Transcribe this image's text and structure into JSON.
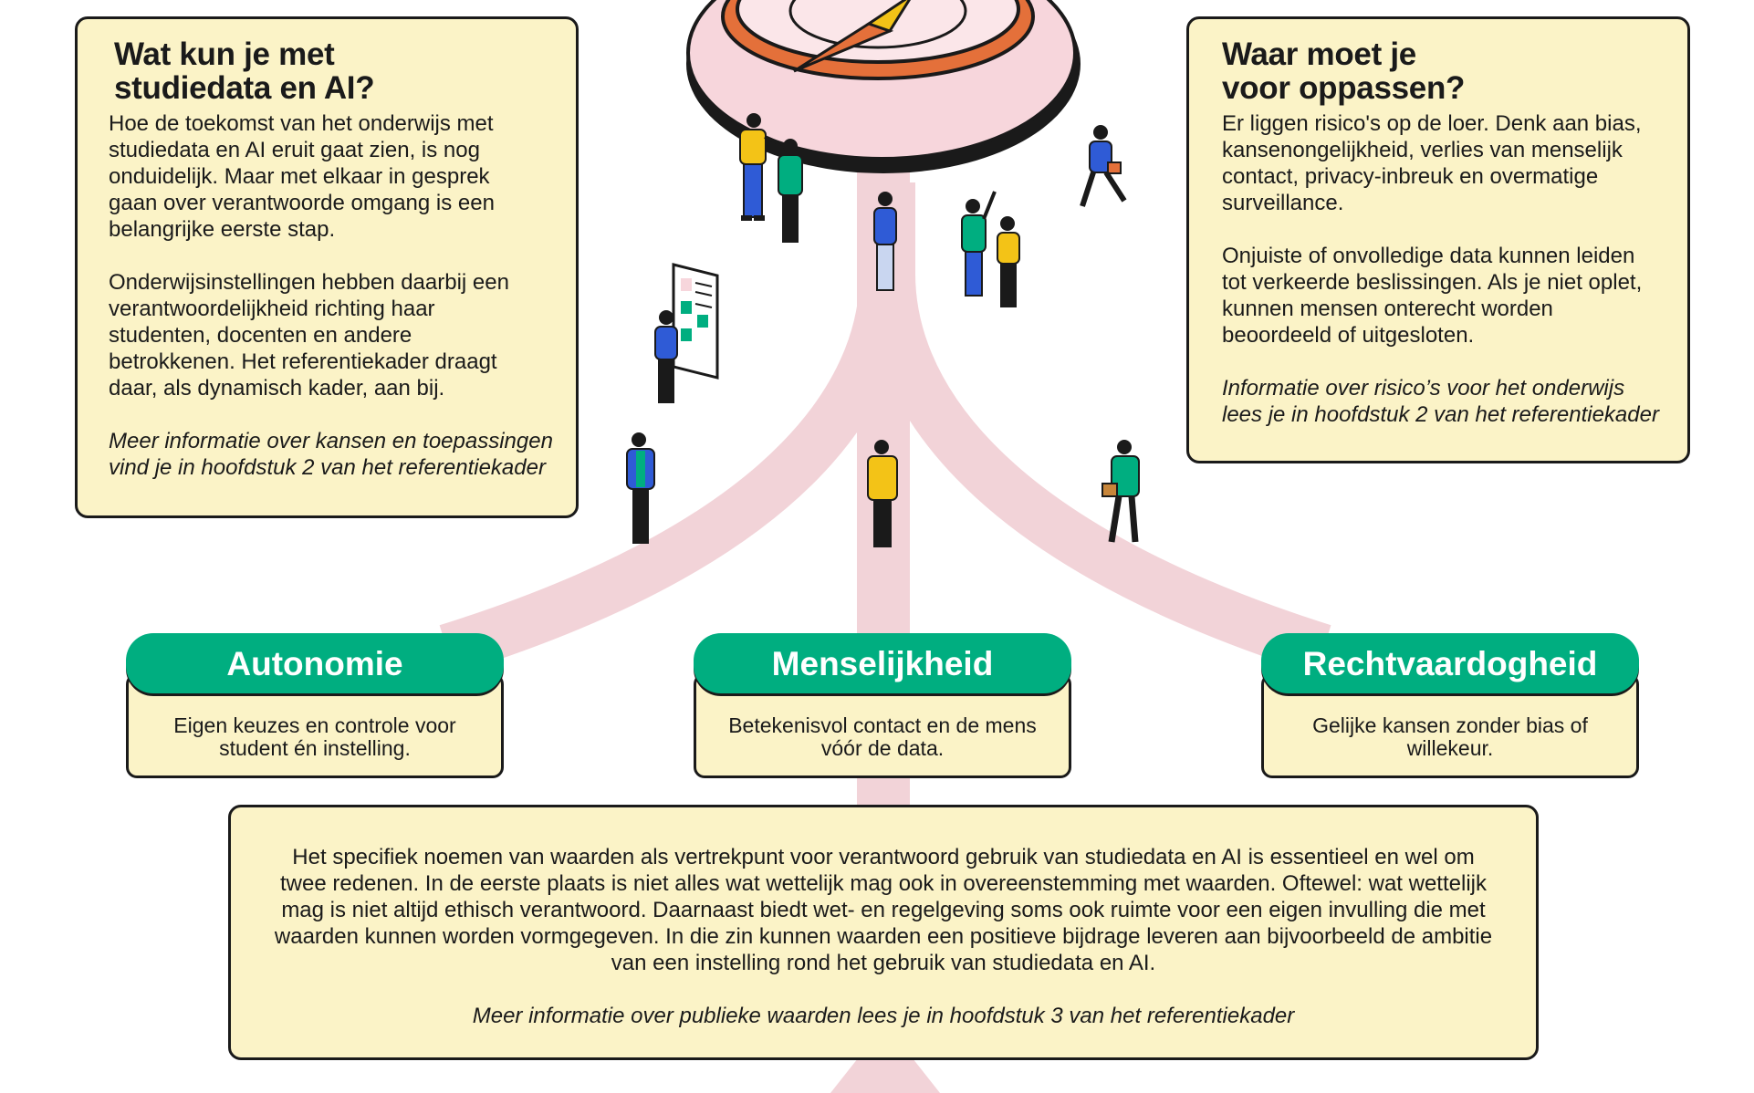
{
  "colors": {
    "path": "#f2d3d8",
    "card": "#fbf3c7",
    "accent": "#00ae80",
    "outline": "#1a1a1a",
    "compass_orange": "#e4703a"
  },
  "left_card": {
    "title_line1": "Wat kun je met",
    "title_line2": "studiedata en AI?",
    "para1": [
      "Hoe de toekomst van het onderwijs met",
      "studiedata en AI eruit gaat zien, is nog",
      "onduidelijk. Maar met elkaar in gesprek",
      "gaan over verantwoorde omgang is een",
      "belangrijke eerste stap."
    ],
    "para2": [
      "Onderwijsinstellingen hebben daarbij een",
      "verantwoordelijkheid richting haar",
      "studenten, docenten en andere",
      "betrokkenen. Het referentiekader draagt",
      "daar, als dynamisch kader, aan bij."
    ],
    "note": [
      "Meer informatie over kansen en toepassingen",
      "vind je in hoofdstuk 2 van het referentiekader"
    ]
  },
  "right_card": {
    "title_line1": "Waar moet je",
    "title_line2": "voor oppassen?",
    "para1": [
      "Er liggen risico's op de loer. Denk aan bias,",
      "kansenongelijkheid, verlies van menselijk",
      "contact, privacy-inbreuk en overmatige",
      "surveillance."
    ],
    "para2": [
      "Onjuiste of onvolledige data kunnen leiden",
      "tot verkeerde beslissingen. Als je niet oplet,",
      "kunnen mensen onterecht worden",
      "beoordeeld of uitgesloten."
    ],
    "note": [
      "Informatie over risico’s voor het onderwijs",
      "lees je in hoofdstuk 2 van het referentiekader"
    ]
  },
  "values": [
    {
      "title": "Autonomie",
      "desc": [
        "Eigen keuzes en controle voor",
        "student én instelling."
      ]
    },
    {
      "title": "Menselijkheid",
      "desc": [
        "Betekenisvol contact en de mens",
        "vóór de data."
      ]
    },
    {
      "title": "Rechtvaardogheid",
      "desc": [
        "Gelijke kansen zonder bias of",
        "willekeur."
      ]
    }
  ],
  "bottom_card": {
    "para": [
      "Het specifiek noemen van waarden als vertrekpunt voor verantwoord gebruik van studiedata en AI is essentieel en wel om",
      "twee redenen. In de eerste plaats is niet alles wat wettelijk mag ook in overeenstemming met waarden. Oftewel: wat wettelijk",
      "mag is niet altijd ethisch verantwoord. Daarnaast biedt wet- en regelgeving soms ook ruimte voor een eigen invulling die met",
      "waarden kunnen worden vormgegeven. In die zin kunnen waarden een positieve bijdrage leveren aan bijvoorbeeld de ambitie",
      "van een instelling rond het gebruik van studiedata en AI."
    ],
    "note": "Meer informatie over publieke waarden lees je in hoofdstuk 3 van het referentiekader"
  }
}
